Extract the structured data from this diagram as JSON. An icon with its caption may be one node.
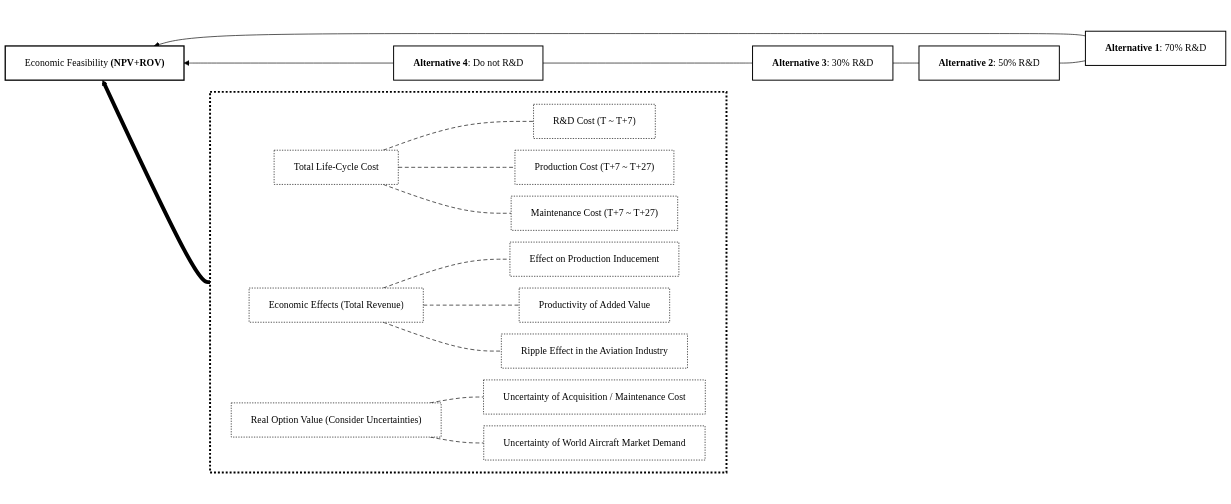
{
  "diagram": {
    "nodes": [
      {
        "text": [
          "Economic Feasibility **(NPV+ROV)**"
        ]
      },
      {
        "text": [],
        "shape": "box"
      },
      {
        "text": [
          "Total Life-Cycle Cost"
        ],
        "in": 1
      },
      {
        "text": [
          "R&D Cost (T ~ T+7)"
        ],
        "in": 1
      },
      {
        "text": [
          "Production Cost (T+7 ~ T+27)"
        ],
        "in": 1
      },
      {
        "text": [
          "Maintenance Cost (T+7 ~ T+27)"
        ],
        "in": 1
      },
      {
        "text": [
          "Economic Effects (Total Revenue)"
        ],
        "in": 1
      },
      {
        "text": [
          "Effect on Production Inducement"
        ],
        "in": 1
      },
      {
        "text": [
          "Productivity of Added Value"
        ],
        "in": 1
      },
      {
        "text": [
          "Ripple Effect in the Aviation Industry"
        ],
        "in": 1
      },
      {
        "text": [
          "Real Option Value (Consider Uncertainties)"
        ],
        "in": 1
      },
      {
        "text": [
          "Uncertainty of Acquisition / Maintenance Cost"
        ],
        "in": 1
      },
      {
        "text": [
          "Uncertainty of World Aircraft Market Demand"
        ],
        "in": 1
      },
      {
        "text": [
          "**Alternative 1**: 70% R&D"
        ]
      },
      {
        "text": [
          "**Alternative 2**: 50% R&D"
        ]
      },
      {
        "text": [
          "**Alternative 3**: 30% R&D"
        ]
      },
      {
        "text": [
          "**Alternative 4**: Do not R&D"
        ]
      }
    ],
    "edges": [
      {
        "from": 1,
        "to": 0,
        "arrow": "to",
        "style": "thick"
      },
      {
        "from": 13,
        "to": 0,
        "arrow": "to"
      },
      {
        "from": 16,
        "to": 0,
        "arrow": "to"
      },
      {
        "from": 13,
        "to": 14,
        "arrow": "none"
      },
      {
        "from": 14,
        "to": 15,
        "arrow": "none"
      },
      {
        "from": 15,
        "to": 16,
        "arrow": "none"
      },
      {
        "from": 2,
        "to": 3,
        "arrow": "none",
        "style": "dashed"
      },
      {
        "from": 2,
        "to": 4,
        "arrow": "none",
        "style": "dashed"
      },
      {
        "from": 2,
        "to": 5,
        "arrow": "none",
        "style": "dashed"
      },
      {
        "from": 6,
        "to": 7,
        "arrow": "none",
        "style": "dashed"
      },
      {
        "from": 6,
        "to": 8,
        "arrow": "none",
        "style": "dashed"
      },
      {
        "from": 6,
        "to": 9,
        "arrow": "none",
        "style": "dashed"
      },
      {
        "from": 10,
        "to": 11,
        "arrow": "none",
        "style": "dashed"
      },
      {
        "from": 10,
        "to": 12,
        "arrow": "none",
        "style": "dashed"
      }
    ]
  }
}
